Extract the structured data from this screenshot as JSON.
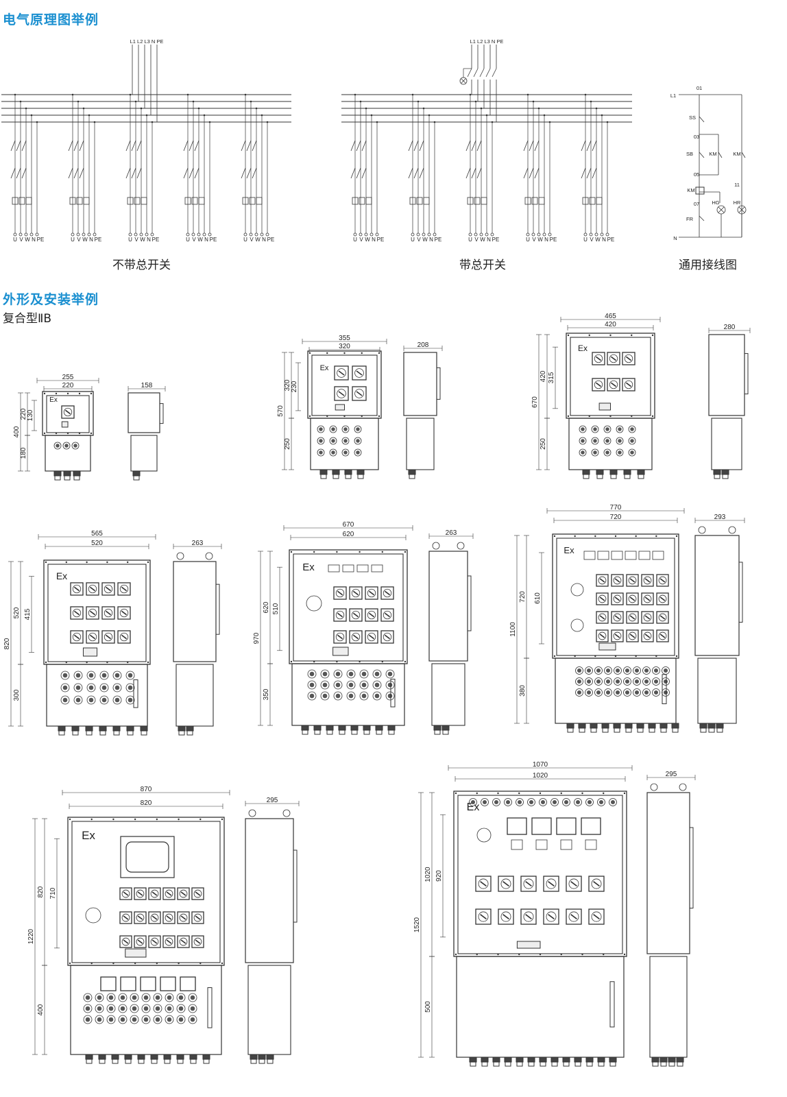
{
  "headings": {
    "schematic": "电气原理图举例",
    "outline": "外形及安装举例",
    "subtype": "复合型ⅡB"
  },
  "captions": {
    "no_main": "不带总开关",
    "with_main": "带总开关",
    "wiring": "通用接线图"
  },
  "schematic": {
    "bus_label": "L1 L2 L3 N PE",
    "terminals": [
      "U",
      "V",
      "W",
      "N",
      "PE"
    ]
  },
  "wiring": {
    "labels": [
      "L1",
      "01",
      "SS",
      "03",
      "SB",
      "KM",
      "KM",
      "05",
      "KM",
      "11",
      "07",
      "HG",
      "HR",
      "FR",
      "N"
    ]
  },
  "ex_mark": "Ex",
  "cabinets": [
    {
      "w1": "255",
      "w2": "220",
      "h_total": "400",
      "h_up1": "220",
      "h_up2": "130",
      "h_low": "180",
      "side": "158"
    },
    {
      "w1": "355",
      "w2": "320",
      "h_total": "570",
      "h_up1": "320",
      "h_up2": "230",
      "h_low": "250",
      "side": "208"
    },
    {
      "w1": "465",
      "w2": "420",
      "h_total": "670",
      "h_up1": "420",
      "h_up2": "315",
      "h_low": "250",
      "side": "280"
    },
    {
      "w1": "565",
      "w2": "520",
      "h_total": "820",
      "h_up1": "520",
      "h_up2": "415",
      "h_low": "300",
      "side": "263"
    },
    {
      "w1": "670",
      "w2": "620",
      "h_total": "970",
      "h_up1": "620",
      "h_up2": "510",
      "h_low": "350",
      "side": "263"
    },
    {
      "w1": "770",
      "w2": "720",
      "h_total": "1100",
      "h_up1": "720",
      "h_up2": "610",
      "h_low": "380",
      "side": "293"
    },
    {
      "w1": "870",
      "w2": "820",
      "h_total": "1220",
      "h_up1": "820",
      "h_up2": "710",
      "h_low": "400",
      "side": "295"
    },
    {
      "w1": "1070",
      "w2": "1020",
      "h_total": "1520",
      "h_up1": "1020",
      "h_up2": "920",
      "h_low": "500",
      "side": "295"
    }
  ]
}
